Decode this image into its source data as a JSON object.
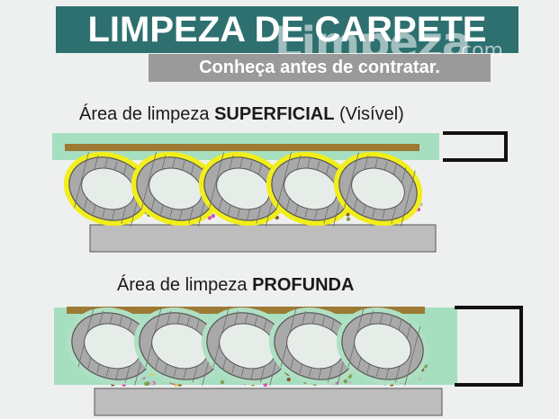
{
  "header": {
    "title": "LIMPEZA DE CARPETE",
    "subtitle": "Conheça antes de contratar.",
    "watermark": "Limpeza",
    "watermark_tld": ".com"
  },
  "diagrams": [
    {
      "prefix": "Área de limpeza ",
      "emphasis": "SUPERFICIAL",
      "suffix": " (Visível)",
      "highlight": "#f1ee1b"
    },
    {
      "prefix": "Área de limpeza ",
      "emphasis": "PROFUNDA",
      "suffix": "",
      "highlight": "#b0e0c4"
    }
  ],
  "colors": {
    "title_bg": "#2e7070",
    "subtitle_bg": "#9a9a9a",
    "surface_band": "#a6dfc0",
    "backing_strip": "#9c7a34",
    "fiber_gray": "#a9a9a9",
    "fiber_inner": "#e6ece8",
    "base": "#bdbdbd",
    "bracket": "#111111"
  }
}
